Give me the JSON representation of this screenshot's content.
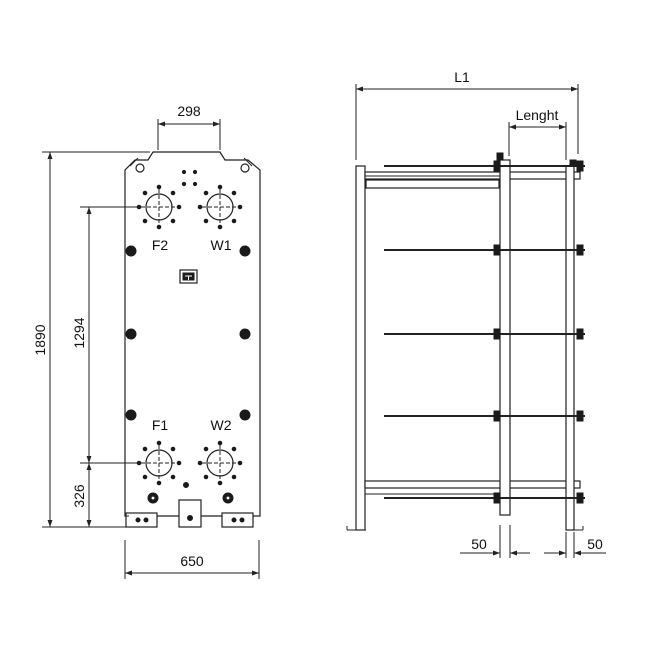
{
  "front_view": {
    "width_label": "650",
    "port_spacing_label": "298",
    "height_label": "1890",
    "port_distance_label": "1294",
    "bottom_offset_label": "326",
    "ports": {
      "top_left": "F2",
      "top_right": "W1",
      "bottom_left": "F1",
      "bottom_right": "W2"
    }
  },
  "side_view": {
    "overall_length_label": "L1",
    "plate_pack_label": "Lenght",
    "left_clearance_label": "50",
    "right_clearance_label": "50"
  }
}
